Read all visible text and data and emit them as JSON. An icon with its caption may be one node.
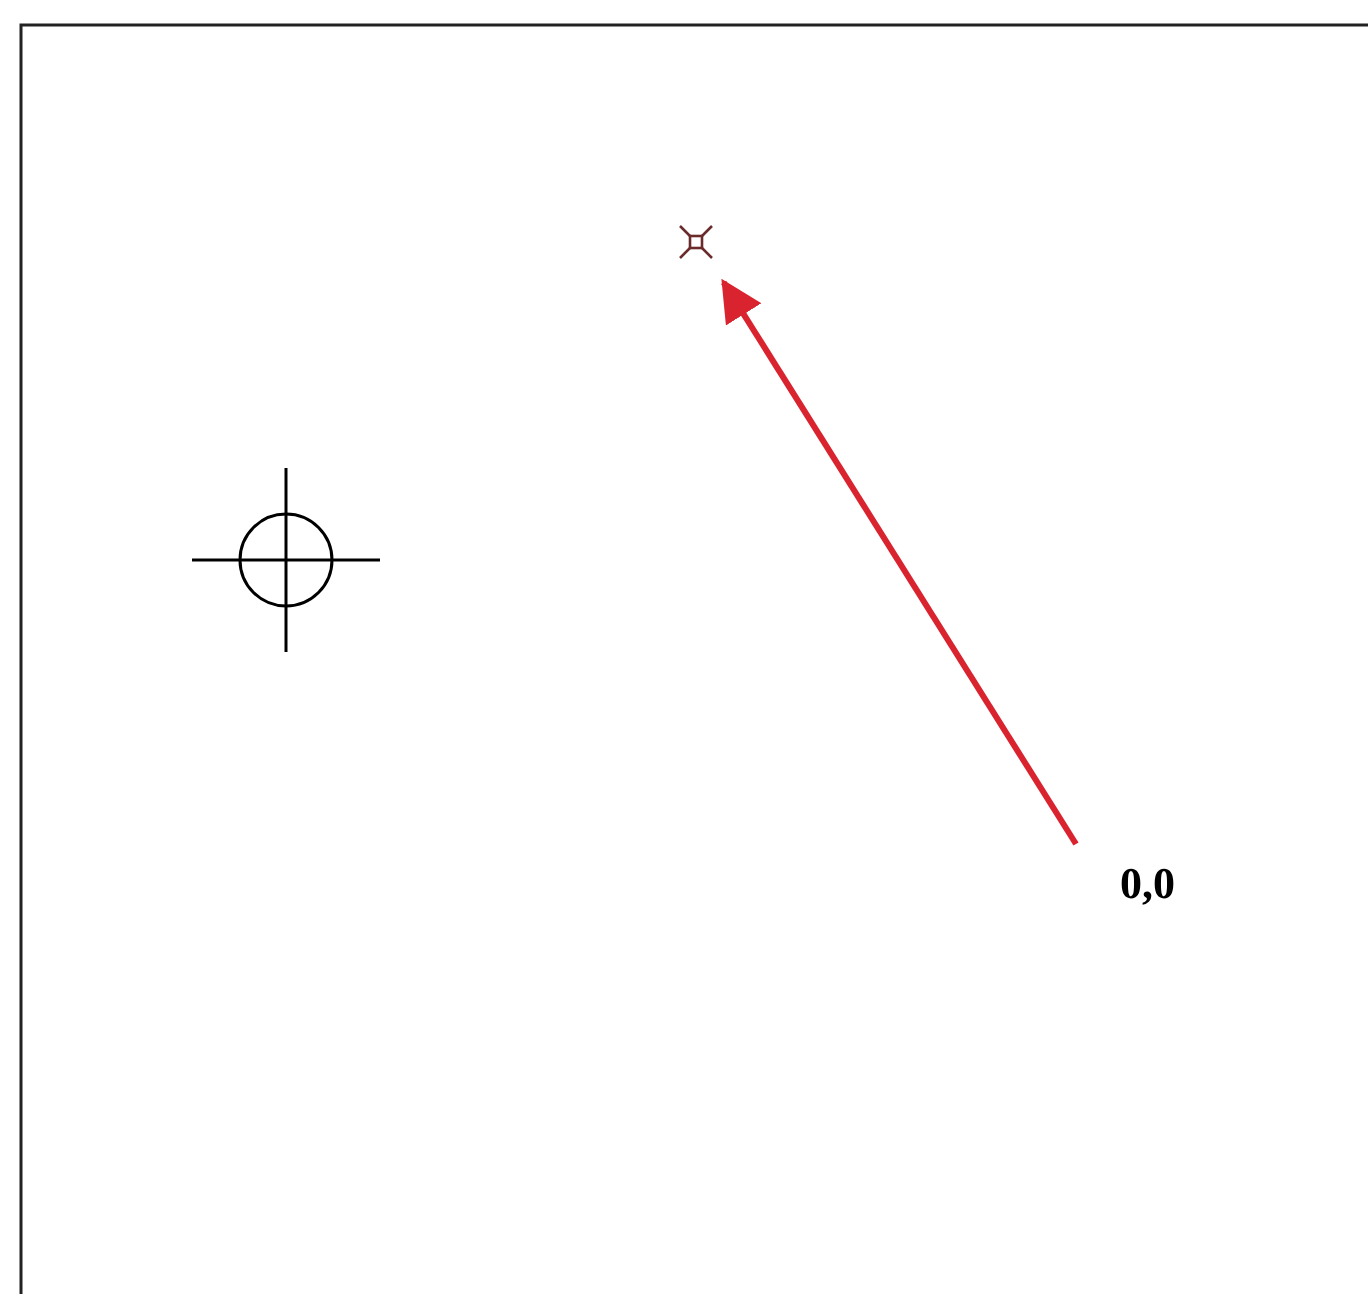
{
  "diagram": {
    "nodes": [
      {
        "text": [
          "0,0"
        ]
      },
      {
        "text": [],
        "shape": "box"
      }
    ],
    "edges": [
      {
        "from": 0,
        "to": 1,
        "arrow": "to"
      }
    ]
  }
}
